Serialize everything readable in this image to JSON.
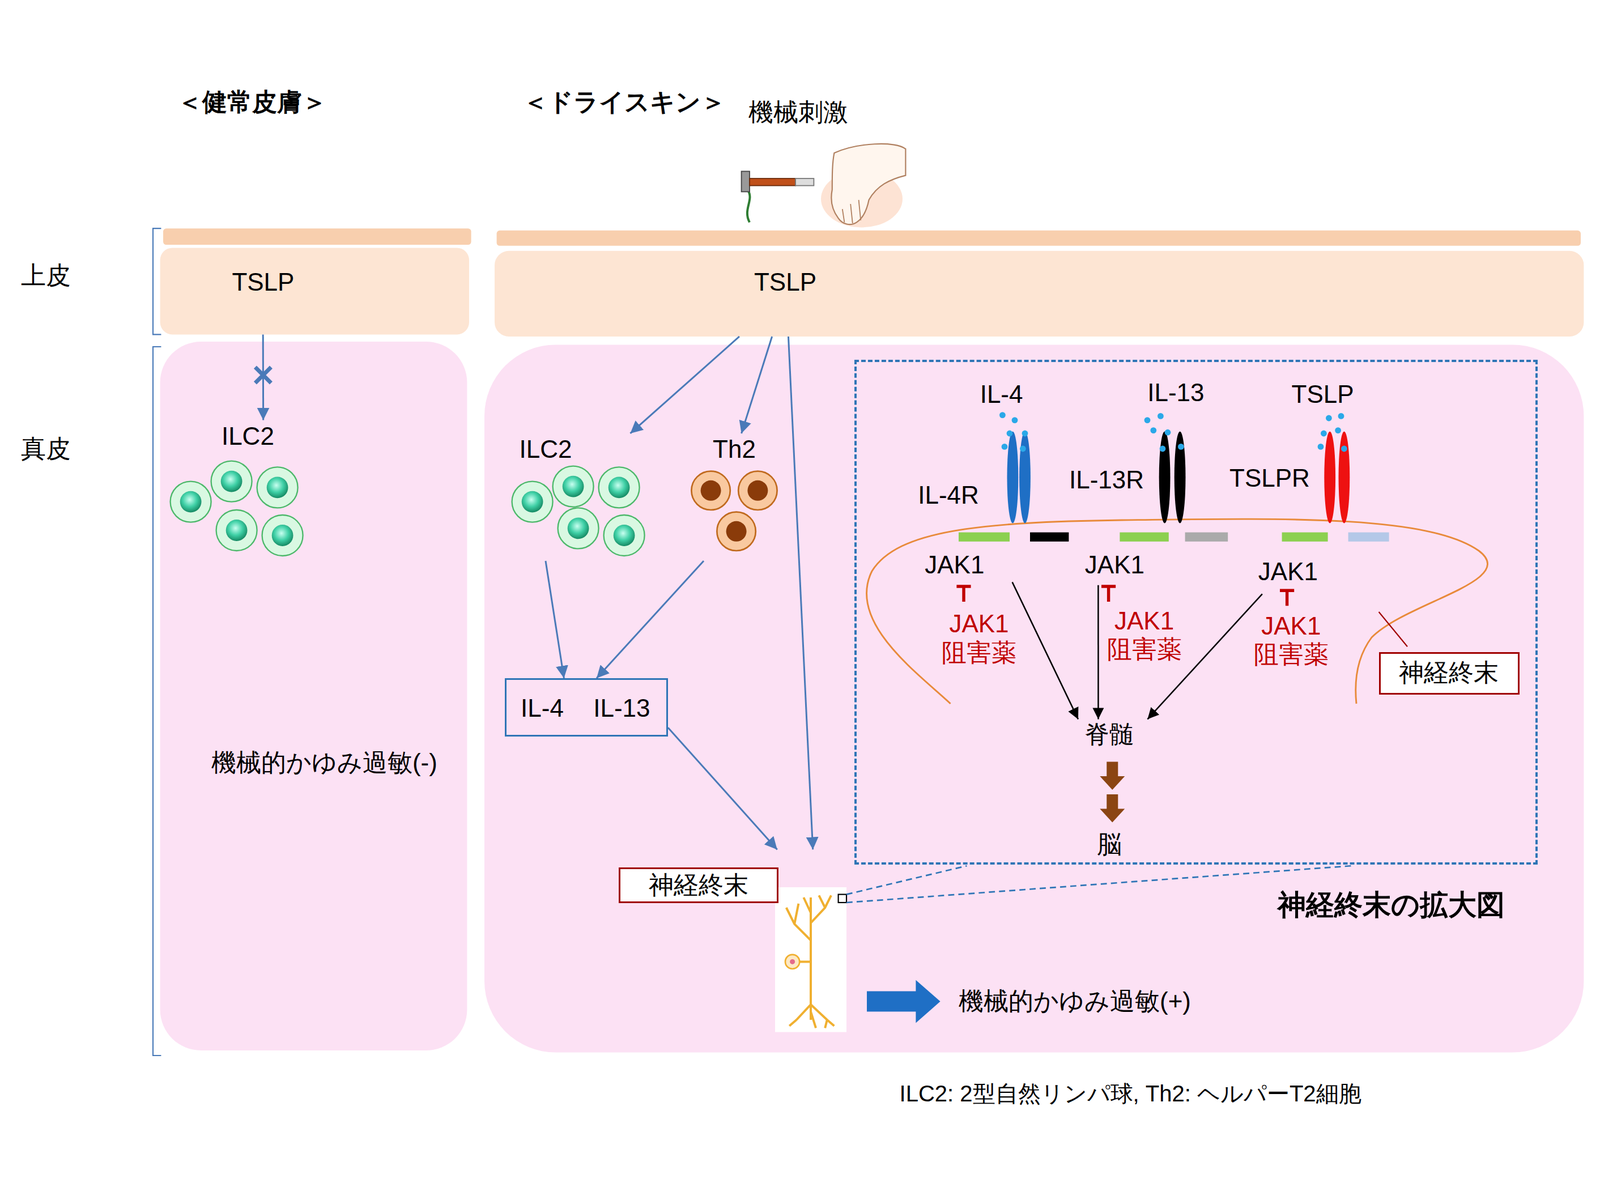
{
  "diagram": {
    "nodes": [
      {
        "text": [
          "TSLP"
        ]
      },
      {
        "text": [
          "機械的かゆみ過敏(-)"
        ]
      },
      {
        "text": [
          "ILC2"
        ],
        "in": 1
      },
      {
        "text": [
          "TSLP"
        ]
      },
      {
        "text": [
          "機械的かゆみ過敏(+)"
        ]
      },
      {
        "text": [
          "ILC2"
        ],
        "in": 4
      },
      {
        "text": [
          "Th2"
        ],
        "in": 4
      },
      {
        "text": [
          "IL-4",
          "IL-13"
        ],
        "in": 4
      },
      {
        "text": [
          "神経終末"
        ],
        "in": 4
      },
      {
        "text": [
          "神経終末の拡大図"
        ],
        "in": 4
      },
      {
        "text": [
          "IL-4",
          "IL-4R",
          "JAK1",
          "JAK1 阻害薬"
        ],
        "in": 9
      },
      {
        "text": [
          "IL-13",
          "IL-13R",
          "JAK1",
          "JAK1 阻害薬"
        ],
        "in": 9
      },
      {
        "text": [
          "TSLP",
          "TSLPR",
          "JAK1",
          "JAK1 阻害薬"
        ],
        "in": 9
      },
      {
        "text": [
          "神経終末"
        ],
        "in": 9
      },
      {
        "text": [
          "脊髄"
        ],
        "in": 9
      },
      {
        "text": [
          "脳"
        ],
        "in": 9
      }
    ],
    "edges": [
      {
        "from": 0,
        "to": 2,
        "arrow": "to"
      },
      {
        "from": 3,
        "to": 5,
        "arrow": "to"
      },
      {
        "from": 3,
        "to": 6,
        "arrow": "to"
      },
      {
        "from": 3,
        "to": 8,
        "arrow": "to"
      },
      {
        "from": 5,
        "to": 7,
        "arrow": "to"
      },
      {
        "from": 6,
        "to": 7,
        "arrow": "to"
      },
      {
        "from": 7,
        "to": 8,
        "arrow": "to"
      },
      {
        "from": 10,
        "to": 14,
        "arrow": "to"
      },
      {
        "from": 11,
        "to": 14,
        "arrow": "to"
      },
      {
        "from": 12,
        "to": 14,
        "arrow": "to"
      },
      {
        "from": 14,
        "to": 15,
        "arrow": "to"
      }
    ],
    "labels": [
      "＜健常皮膚＞",
      "＜ドライスキン＞",
      "機械刺激",
      "上皮",
      "真皮",
      "ILC2:  2型自然リンパ球, Th2:  ヘルパーT2細胞"
    ]
  }
}
